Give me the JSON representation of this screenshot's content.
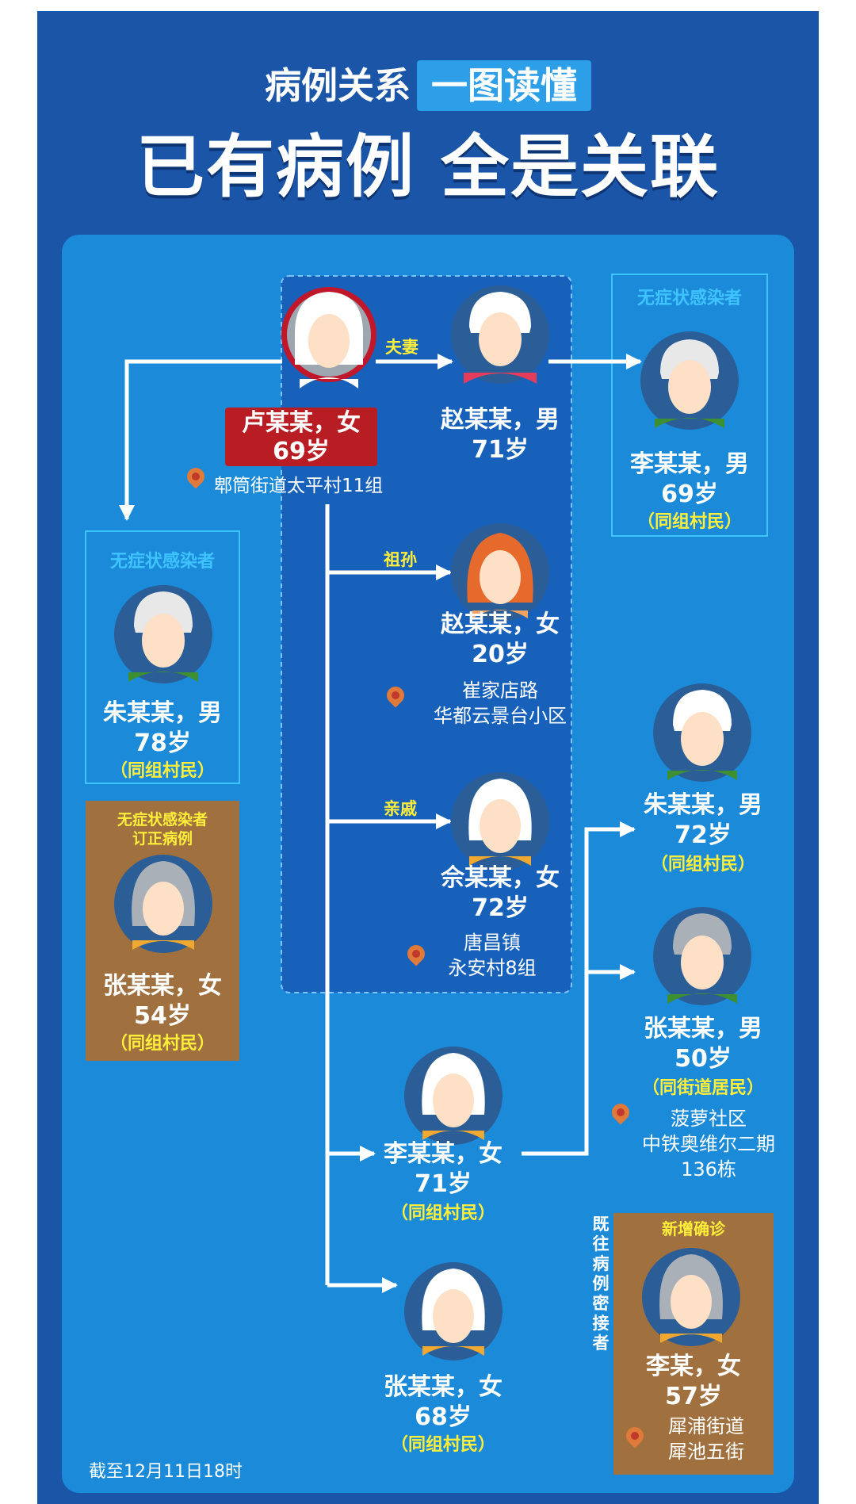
{
  "header": {
    "title_prefix": "病例关系",
    "title_highlight": "一图读懂",
    "subtitle": "已有病例 全是关联"
  },
  "nodes": [
    {
      "id": "p0",
      "name": "卢某某，女",
      "age": "69岁",
      "address": "郫筒街道太平村11组"
    },
    {
      "id": "p1",
      "relation": "夫妻",
      "name": "赵某某，男",
      "age": "71岁"
    },
    {
      "id": "p2",
      "header": "无症状感染者",
      "name": "李某某，男",
      "age": "69岁",
      "tag": "（同组村民）"
    },
    {
      "id": "p3",
      "relation": "祖孙",
      "name": "赵某某，女",
      "age": "20岁",
      "address_1": "崔家店路",
      "address_2": "华都云景台小区"
    },
    {
      "id": "p4",
      "relation": "亲戚",
      "name": "佘某某，女",
      "age": "72岁",
      "address_1": "唐昌镇",
      "address_2": "永安村8组"
    },
    {
      "id": "p5",
      "header": "无症状感染者",
      "name": "朱某某，男",
      "age": "78岁",
      "tag": "（同组村民）"
    },
    {
      "id": "p6",
      "header_1": "无症状感染者",
      "header_2": "订正病例",
      "name": "张某某，女",
      "age": "54岁",
      "tag": "（同组村民）"
    },
    {
      "id": "p7",
      "name": "朱某某，男",
      "age": "72岁",
      "tag": "（同组村民）"
    },
    {
      "id": "p8",
      "name": "张某某，男",
      "age": "50岁",
      "tag": "（同街道居民）",
      "address_1": "菠萝社区",
      "address_2": "中铁奥维尔二期",
      "address_3": "136栋"
    },
    {
      "id": "p9",
      "name": "李某某，女",
      "age": "71岁",
      "tag": "（同组村民）"
    },
    {
      "id": "p10",
      "name": "张某某，女",
      "age": "68岁",
      "tag": "（同组村民）"
    },
    {
      "id": "p11",
      "header": "新增确诊",
      "side_note": "既往病例密接者",
      "name": "李某，女",
      "age": "57岁",
      "address_1": "犀浦街道",
      "address_2": "犀池五街"
    }
  ],
  "footer": {
    "timestamp": "截至12月11日18时"
  },
  "colors": {
    "frame": "#1a55a8",
    "panel": "#1b8bd9",
    "case_box": "#b81d23",
    "tag": "#ffee3a",
    "brown_box": "#a0703f"
  }
}
